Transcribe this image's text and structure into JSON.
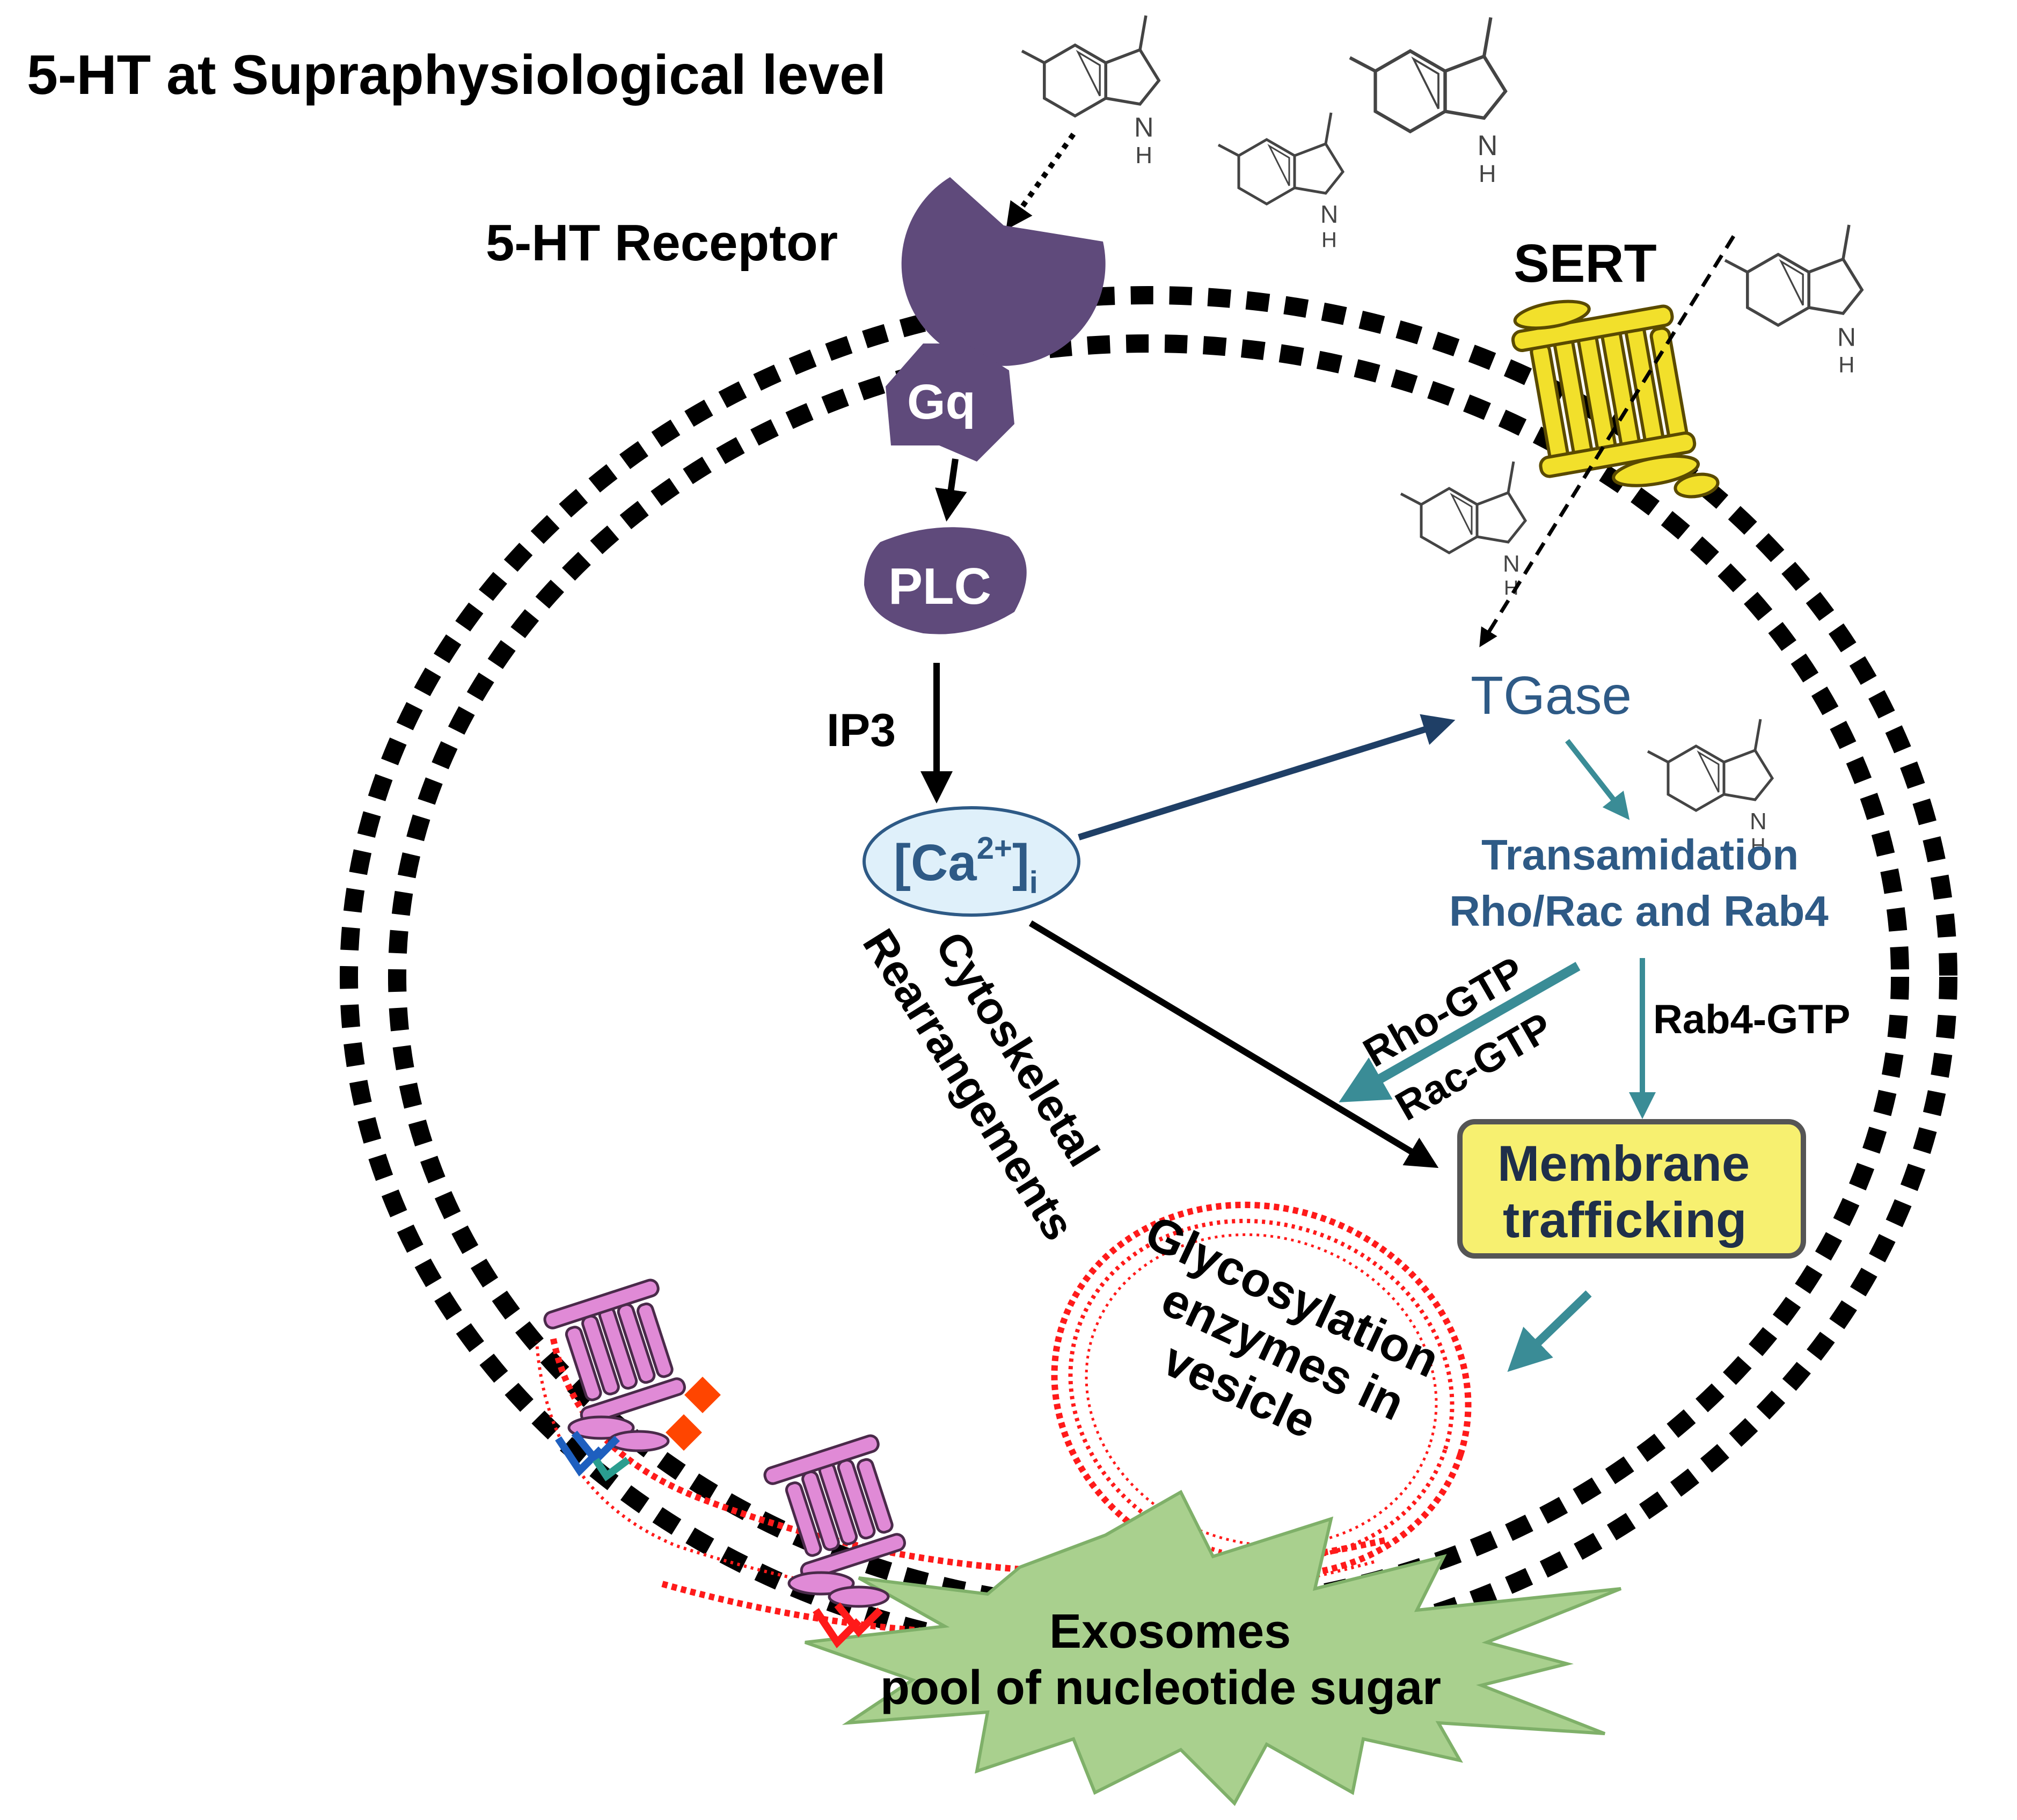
{
  "title": "5-HT at Supraphysiological level",
  "receptor": {
    "label": "5-HT Receptor",
    "color": "#5f4a7b"
  },
  "gq": {
    "label": "Gq"
  },
  "plc": {
    "label": "PLC"
  },
  "ip3": {
    "label": "IP3"
  },
  "calcium": {
    "base": "[Ca",
    "sup": "2+",
    "close": "]",
    "sub": "i"
  },
  "sert": {
    "label": "SERT",
    "color": "#f2e02b"
  },
  "tgase": {
    "label": "TGase",
    "color": "#2e5a86"
  },
  "transamidation": {
    "line1": "Transamidation",
    "line2": "Rho/Rac and Rab4"
  },
  "rho_gtp": "Rho-GTP",
  "rac_gtp": "Rac-GTP",
  "rab4_gtp": "Rab4-GTP",
  "membrane_trafficking": {
    "line1": "Membrane",
    "line2": "trafficking",
    "fill": "#f7f070"
  },
  "cytoskeletal": {
    "line1": "Cytoskeletal",
    "line2": "Rearrangements"
  },
  "glycosylation": {
    "line1": "Glycosylation",
    "line2": "enzymes in",
    "line3": "vesicle"
  },
  "exosomes": {
    "line1": "Exosomes",
    "line2": "pool of nucleotide sugar",
    "fill": "#a9d08e"
  },
  "indole": {
    "nh": "N",
    "h": "H"
  },
  "colors": {
    "teal_arrow": "#3a8c96",
    "navy_arrow": "#1f3f66",
    "vesicle_red": "#ff1a1a",
    "glycoprotein": "#e08ad6"
  }
}
